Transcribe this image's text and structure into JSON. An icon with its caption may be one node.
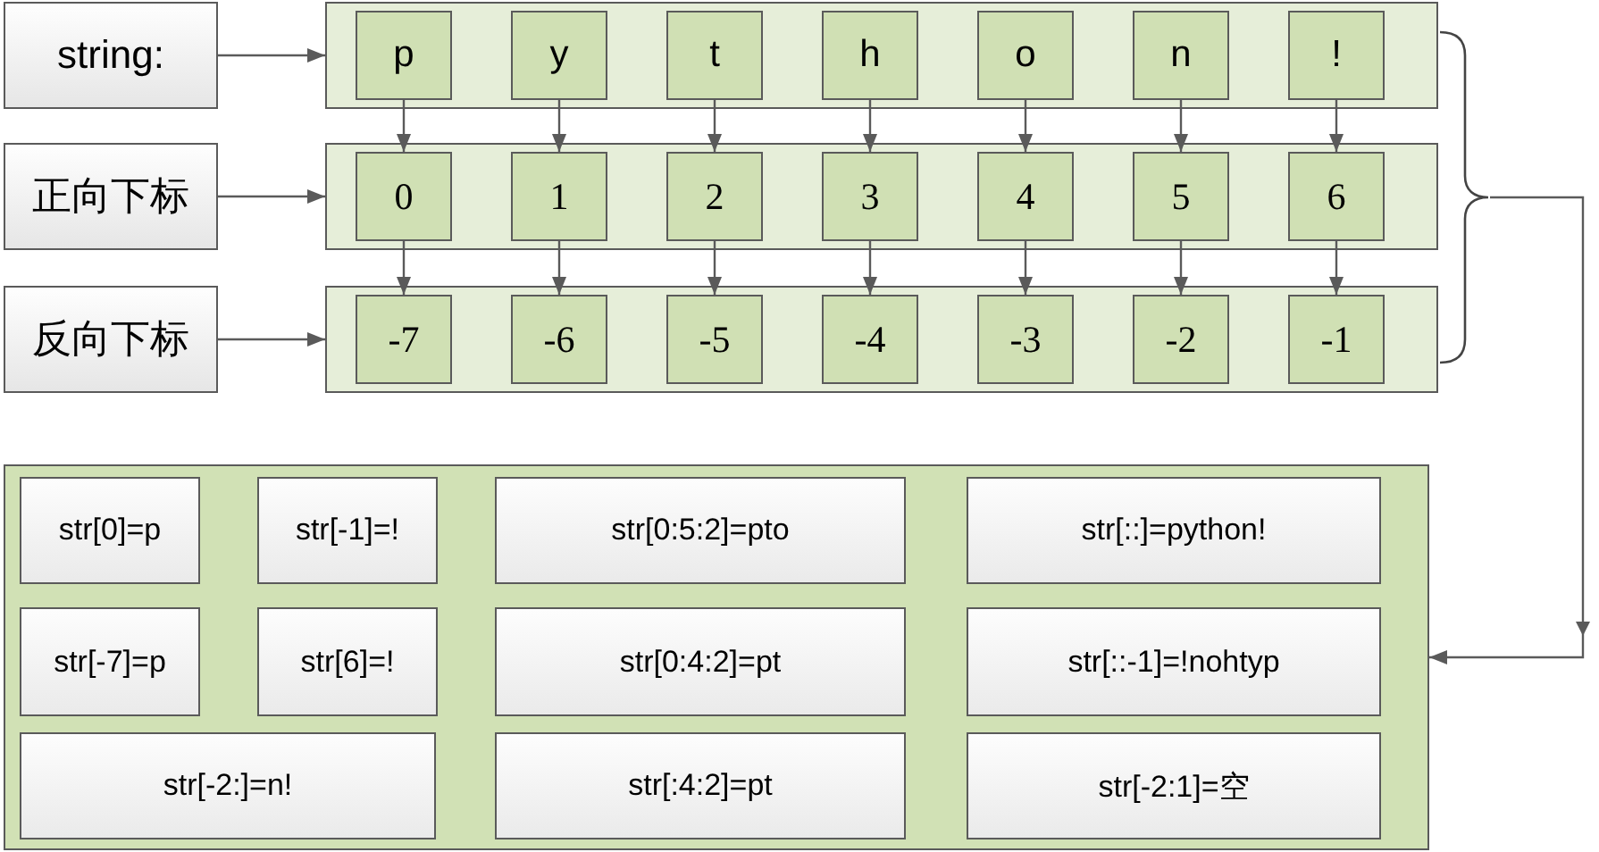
{
  "diagram": {
    "nodes": [
      {
        "text": [
          "string:"
        ]
      },
      {
        "text": [],
        "shape": "box"
      },
      {
        "text": [
          "p"
        ],
        "in": 1
      },
      {
        "text": [
          "y"
        ],
        "in": 1
      },
      {
        "text": [
          "t"
        ],
        "in": 1
      },
      {
        "text": [
          "h"
        ],
        "in": 1
      },
      {
        "text": [
          "o"
        ],
        "in": 1
      },
      {
        "text": [
          "n"
        ],
        "in": 1
      },
      {
        "text": [
          "!"
        ],
        "in": 1
      },
      {
        "text": [
          "正向下标"
        ]
      },
      {
        "text": [],
        "shape": "box"
      },
      {
        "text": [
          "0"
        ],
        "in": 10
      },
      {
        "text": [
          "1"
        ],
        "in": 10
      },
      {
        "text": [
          "2"
        ],
        "in": 10
      },
      {
        "text": [
          "3"
        ],
        "in": 10
      },
      {
        "text": [
          "4"
        ],
        "in": 10
      },
      {
        "text": [
          "5"
        ],
        "in": 10
      },
      {
        "text": [
          "6"
        ],
        "in": 10
      },
      {
        "text": [
          "反向下标"
        ]
      },
      {
        "text": [],
        "shape": "box"
      },
      {
        "text": [
          "-7"
        ],
        "in": 19
      },
      {
        "text": [
          "-6"
        ],
        "in": 19
      },
      {
        "text": [
          "-5"
        ],
        "in": 19
      },
      {
        "text": [
          "-4"
        ],
        "in": 19
      },
      {
        "text": [
          "-3"
        ],
        "in": 19
      },
      {
        "text": [
          "-2"
        ],
        "in": 19
      },
      {
        "text": [
          "-1"
        ],
        "in": 19
      },
      {
        "text": [],
        "shape": "brace"
      },
      {
        "text": [],
        "shape": "box"
      },
      {
        "text": [
          "str[0]=p"
        ],
        "in": 28
      },
      {
        "text": [
          "str[-1]=!"
        ],
        "in": 28
      },
      {
        "text": [
          "str[0:5:2]=pto"
        ],
        "in": 28
      },
      {
        "text": [
          "str[::]=python!"
        ],
        "in": 28
      },
      {
        "text": [
          "str[-7]=p"
        ],
        "in": 28
      },
      {
        "text": [
          "str[6]=!"
        ],
        "in": 28
      },
      {
        "text": [
          "str[0:4:2]=pt"
        ],
        "in": 28
      },
      {
        "text": [
          "str[::-1]=!nohtyp"
        ],
        "in": 28
      },
      {
        "text": [
          "str[-2:]=n!"
        ],
        "in": 28
      },
      {
        "text": [
          "str[:4:2]=pt"
        ],
        "in": 28
      },
      {
        "text": [
          "str[-2:1]=空"
        ],
        "in": 28
      }
    ],
    "edges": [
      {
        "from": 0,
        "to": 1,
        "arrow": "to"
      },
      {
        "from": 9,
        "to": 10,
        "arrow": "to"
      },
      {
        "from": 18,
        "to": 19,
        "arrow": "to"
      },
      {
        "from": 2,
        "to": 11,
        "arrow": "to"
      },
      {
        "from": 3,
        "to": 12,
        "arrow": "to"
      },
      {
        "from": 4,
        "to": 13,
        "arrow": "to"
      },
      {
        "from": 5,
        "to": 14,
        "arrow": "to"
      },
      {
        "from": 6,
        "to": 15,
        "arrow": "to"
      },
      {
        "from": 7,
        "to": 16,
        "arrow": "to"
      },
      {
        "from": 8,
        "to": 17,
        "arrow": "to"
      },
      {
        "from": 11,
        "to": 20,
        "arrow": "to"
      },
      {
        "from": 12,
        "to": 21,
        "arrow": "to"
      },
      {
        "from": 13,
        "to": 22,
        "arrow": "to"
      },
      {
        "from": 14,
        "to": 23,
        "arrow": "to"
      },
      {
        "from": 15,
        "to": 24,
        "arrow": "to"
      },
      {
        "from": 16,
        "to": 25,
        "arrow": "to"
      },
      {
        "from": 17,
        "to": 26,
        "arrow": "to"
      },
      {
        "from": 27,
        "to": 28,
        "arrow": "to"
      }
    ]
  }
}
